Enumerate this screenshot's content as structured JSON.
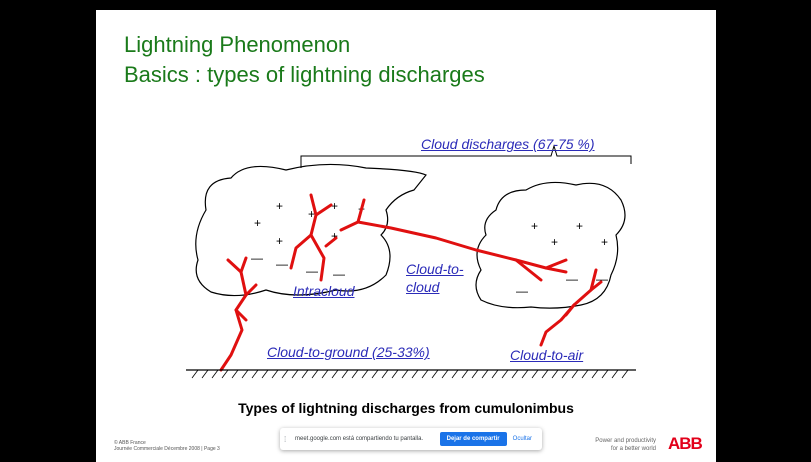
{
  "slide": {
    "title_line1": "Lightning Phenomenon",
    "title_line2": "Basics : types of lightning discharges",
    "annotations": {
      "cloud_discharges": "Cloud discharges (67-75 %)",
      "cloud_to_cloud_1": "Cloud-to-",
      "cloud_to_cloud_2": "cloud",
      "intracloud": "Intracloud",
      "cloud_to_ground": "Cloud-to-ground (25-33%)",
      "cloud_to_air": "Cloud-to-air"
    },
    "caption": "Types of lightning discharges from cumulonimbus",
    "footer_left_1": "© ABB France",
    "footer_left_2": "Journée Commerciale Décembre 2008 | Page 3",
    "footer_right_1": "Power and productivity",
    "footer_right_2": "for a better world",
    "logo": "ABB",
    "colors": {
      "title": "#1a7a1a",
      "annotation": "#2b2bb8",
      "lightning": "#e01010",
      "logo": "#e2001a"
    }
  },
  "share_bar": {
    "drag_icon": "drag-handle-icon",
    "message": "meet.google.com está compartiendo tu pantalla.",
    "stop_label": "Dejar de compartir",
    "hide_label": "Ocultar",
    "accent": "#1a73e8"
  }
}
